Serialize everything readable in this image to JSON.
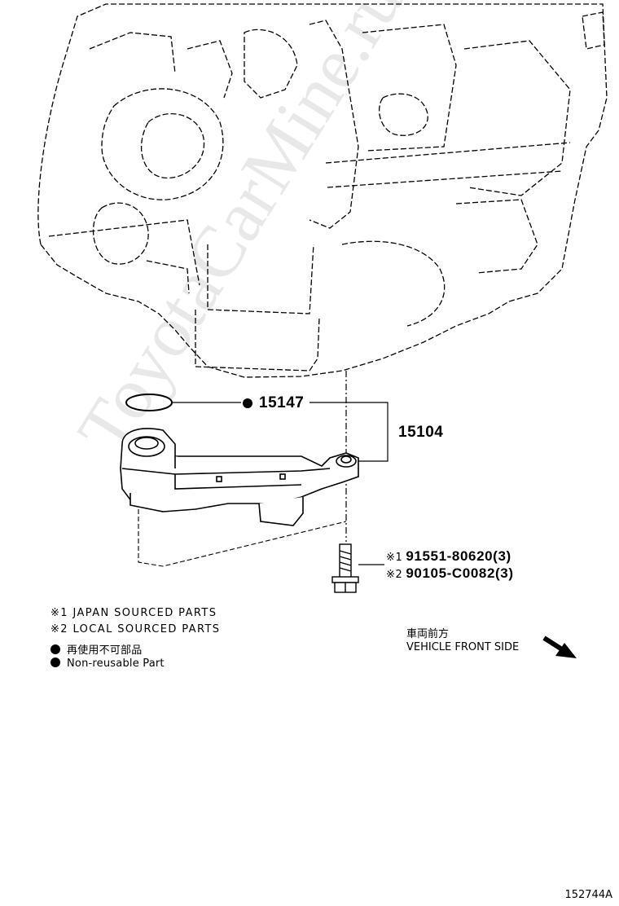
{
  "diagram": {
    "watermark": "ToyotaCarMine.ru",
    "illustration_id": "152744A"
  },
  "callouts": {
    "gasket_part": "15147",
    "strainer_part": "15104"
  },
  "bolt_parts": [
    {
      "mark": "※1",
      "number": "91551-80620(3)"
    },
    {
      "mark": "※2",
      "number": "90105-C0082(3)"
    }
  ],
  "legend": {
    "japan": "※1 JAPAN SOURCED PARTS",
    "local": "※2 LOCAL SOURCED PARTS",
    "nonreusable_jp": "再使用不可部品",
    "nonreusable_en": "Non-reusable Part"
  },
  "front": {
    "jp": "車両前方",
    "en": "VEHICLE FRONT SIDE"
  }
}
